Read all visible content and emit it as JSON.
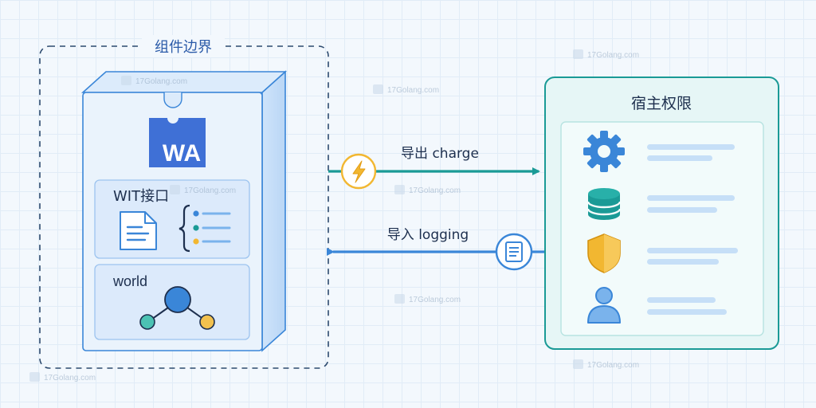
{
  "component": {
    "boundary_label": "组件边界",
    "badge_text": "WA",
    "wit_title": "WIT接口",
    "world_title": "world"
  },
  "host": {
    "title": "宿主权限",
    "icons": [
      "gear-icon",
      "database-icon",
      "shield-icon",
      "user-icon"
    ]
  },
  "arrows": {
    "export_label": "导出 charge",
    "import_label": "导入 logging"
  },
  "watermark": "17Golang.com",
  "colors": {
    "teal": "#1a9a96",
    "blue": "#3a86d8",
    "amber": "#f2b731",
    "wa_badge": "#3f70d6"
  }
}
